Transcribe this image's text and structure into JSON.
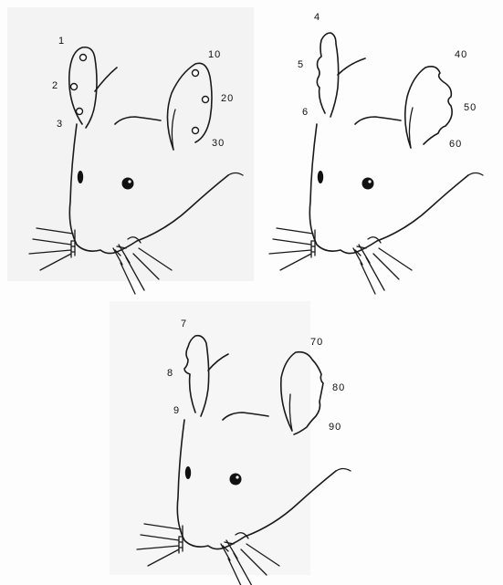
{
  "panels": [
    {
      "id": "holes",
      "left_ear_labels": [
        "1",
        "2",
        "3"
      ],
      "right_ear_labels": [
        "10",
        "20",
        "30"
      ]
    },
    {
      "id": "outer-notches",
      "left_ear_labels": [
        "4",
        "5",
        "6"
      ],
      "right_ear_labels": [
        "40",
        "50",
        "60"
      ]
    },
    {
      "id": "inner-notches",
      "left_ear_labels": [
        "7",
        "8",
        "9"
      ],
      "right_ear_labels": [
        "70",
        "80",
        "90"
      ]
    }
  ]
}
